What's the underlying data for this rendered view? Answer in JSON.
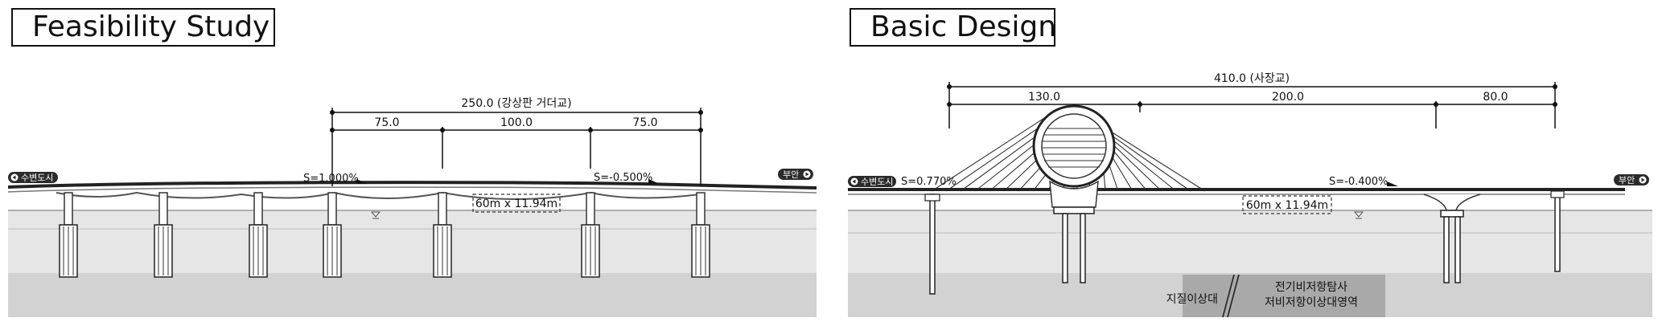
{
  "left": {
    "title": "Feasibility Study",
    "total_span": "250.0 (강상판 거더교)",
    "spans": [
      "75.0",
      "100.0",
      "75.0"
    ],
    "slope_left": "S=1.000%",
    "slope_right": "S=-0.500%",
    "end_left": "수변도시",
    "end_right": "부안",
    "box_label": "60m x 11.94m"
  },
  "right": {
    "title": "Basic Design",
    "total_span": "410.0 (사장교)",
    "spans": [
      "130.0",
      "200.0",
      "80.0"
    ],
    "slope_left": "S=0.770%",
    "slope_right": "S=-0.400%",
    "end_left": "수변도시",
    "end_right": "부안",
    "box_label": "60m x 11.94m",
    "zone_a": "지질이상대",
    "zone_b_line1": "전기비저항탐사",
    "zone_b_line2": "저비저항이상대영역"
  }
}
